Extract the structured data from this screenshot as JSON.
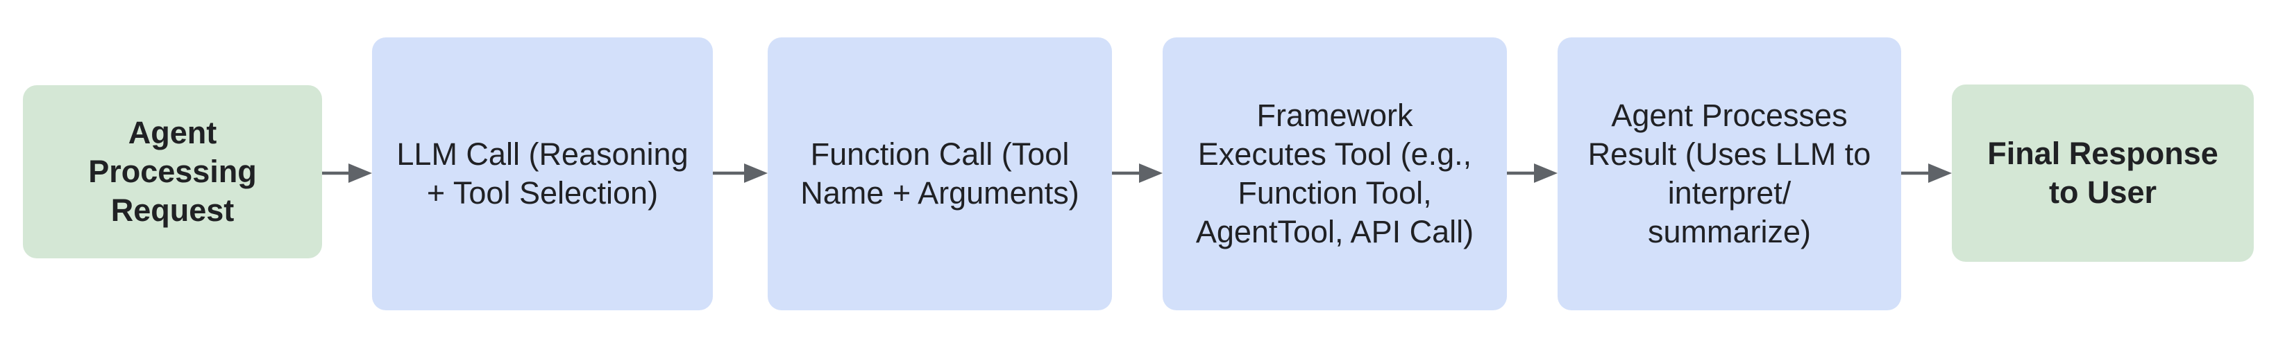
{
  "diagram": {
    "background_color": "#ffffff",
    "text_color": "#202124",
    "arrow_color": "#5f6368",
    "nodes": [
      {
        "id": "agent-processing-request",
        "label": "Agent\nProcessing\nRequest",
        "fill": "#d4e7d5"
      },
      {
        "id": "llm-call",
        "label": "LLM Call (Reasoning\n+ Tool Selection)",
        "fill": "#d3e0fa"
      },
      {
        "id": "function-call",
        "label": "Function Call (Tool\nName + Arguments)",
        "fill": "#d3e0fa"
      },
      {
        "id": "framework-executes-tool",
        "label": "Framework\nExecutes Tool (e.g.,\nFunction Tool,\nAgentTool, API Call)",
        "fill": "#d3e0fa"
      },
      {
        "id": "agent-processes-result",
        "label": "Agent Processes\nResult (Uses LLM to\ninterpret/\nsummarize)",
        "fill": "#d3e0fa"
      },
      {
        "id": "final-response-to-user",
        "label": "Final Response\nto User",
        "fill": "#d4e7d5"
      }
    ],
    "connections": [
      {
        "from": 0,
        "to": 1
      },
      {
        "from": 1,
        "to": 2
      },
      {
        "from": 2,
        "to": 3
      },
      {
        "from": 3,
        "to": 4
      },
      {
        "from": 4,
        "to": 5
      }
    ]
  }
}
